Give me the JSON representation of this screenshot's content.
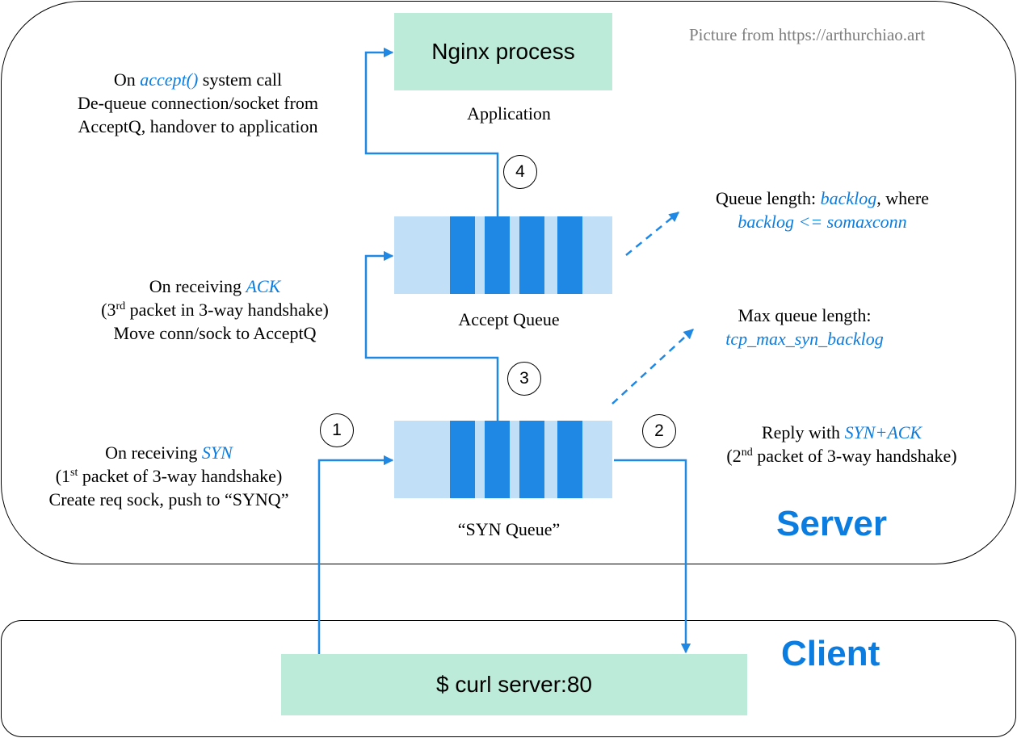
{
  "credit": "Picture from https://arthurchiao.art",
  "server_label": "Server",
  "client_label": "Client",
  "app_box": {
    "label": "Nginx process",
    "caption": "Application"
  },
  "client_box": {
    "label": "$ curl server:80"
  },
  "accept_queue": {
    "caption": "Accept Queue"
  },
  "syn_queue": {
    "caption": "“SYN Queue”"
  },
  "steps": [
    "1",
    "2",
    "3",
    "4"
  ],
  "note_accept": {
    "line1_pre": "On ",
    "line1_em": "accept()",
    "line1_post": " system call",
    "line2": "De-queue connection/socket from",
    "line3": "AcceptQ, handover to application"
  },
  "note_ack": {
    "line1_pre": "On receiving ",
    "line1_em": "ACK",
    "line2_pre": "(3",
    "line2_sup": "rd",
    "line2_post": " packet in 3-way handshake)",
    "line3": "Move conn/sock to AcceptQ"
  },
  "note_syn": {
    "line1_pre": "On receiving ",
    "line1_em": "SYN",
    "line2_pre": "(1",
    "line2_sup": "st",
    "line2_post": " packet of 3-way handshake)",
    "line3": "Create req sock, push to “SYNQ”"
  },
  "note_queue_len": {
    "line1_pre": "Queue length: ",
    "line1_em": "backlog",
    "line1_post": ", where",
    "line2_em": "backlog <= somaxconn"
  },
  "note_max_len": {
    "line1": "Max queue length:",
    "line2_em": "tcp_max_syn_backlog"
  },
  "note_reply": {
    "line1_pre": "Reply with ",
    "line1_em": "SYN+ACK",
    "line2_pre": "(2",
    "line2_sup": "nd",
    "line2_post": " packet of 3-way handshake)"
  },
  "colors": {
    "accent_blue": "#0b7de0",
    "queue_light": "#c2dff8",
    "queue_slot": "#1f88e5",
    "box_green": "#bdebd9"
  }
}
